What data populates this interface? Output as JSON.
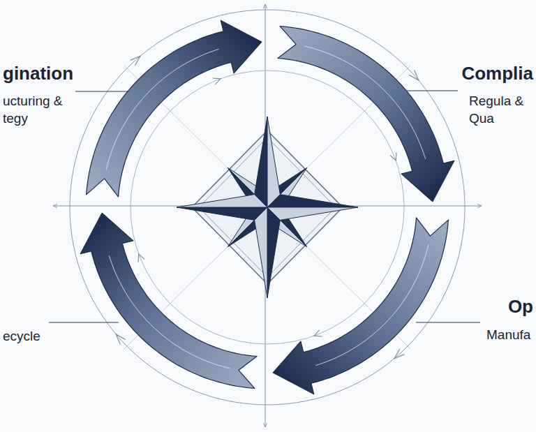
{
  "diagram": {
    "labels": [
      "gination",
      "ucturing & tegy",
      "Complia",
      "Regula & Qua",
      "Op",
      "Manufa",
      "ecycle"
    ]
  }
}
